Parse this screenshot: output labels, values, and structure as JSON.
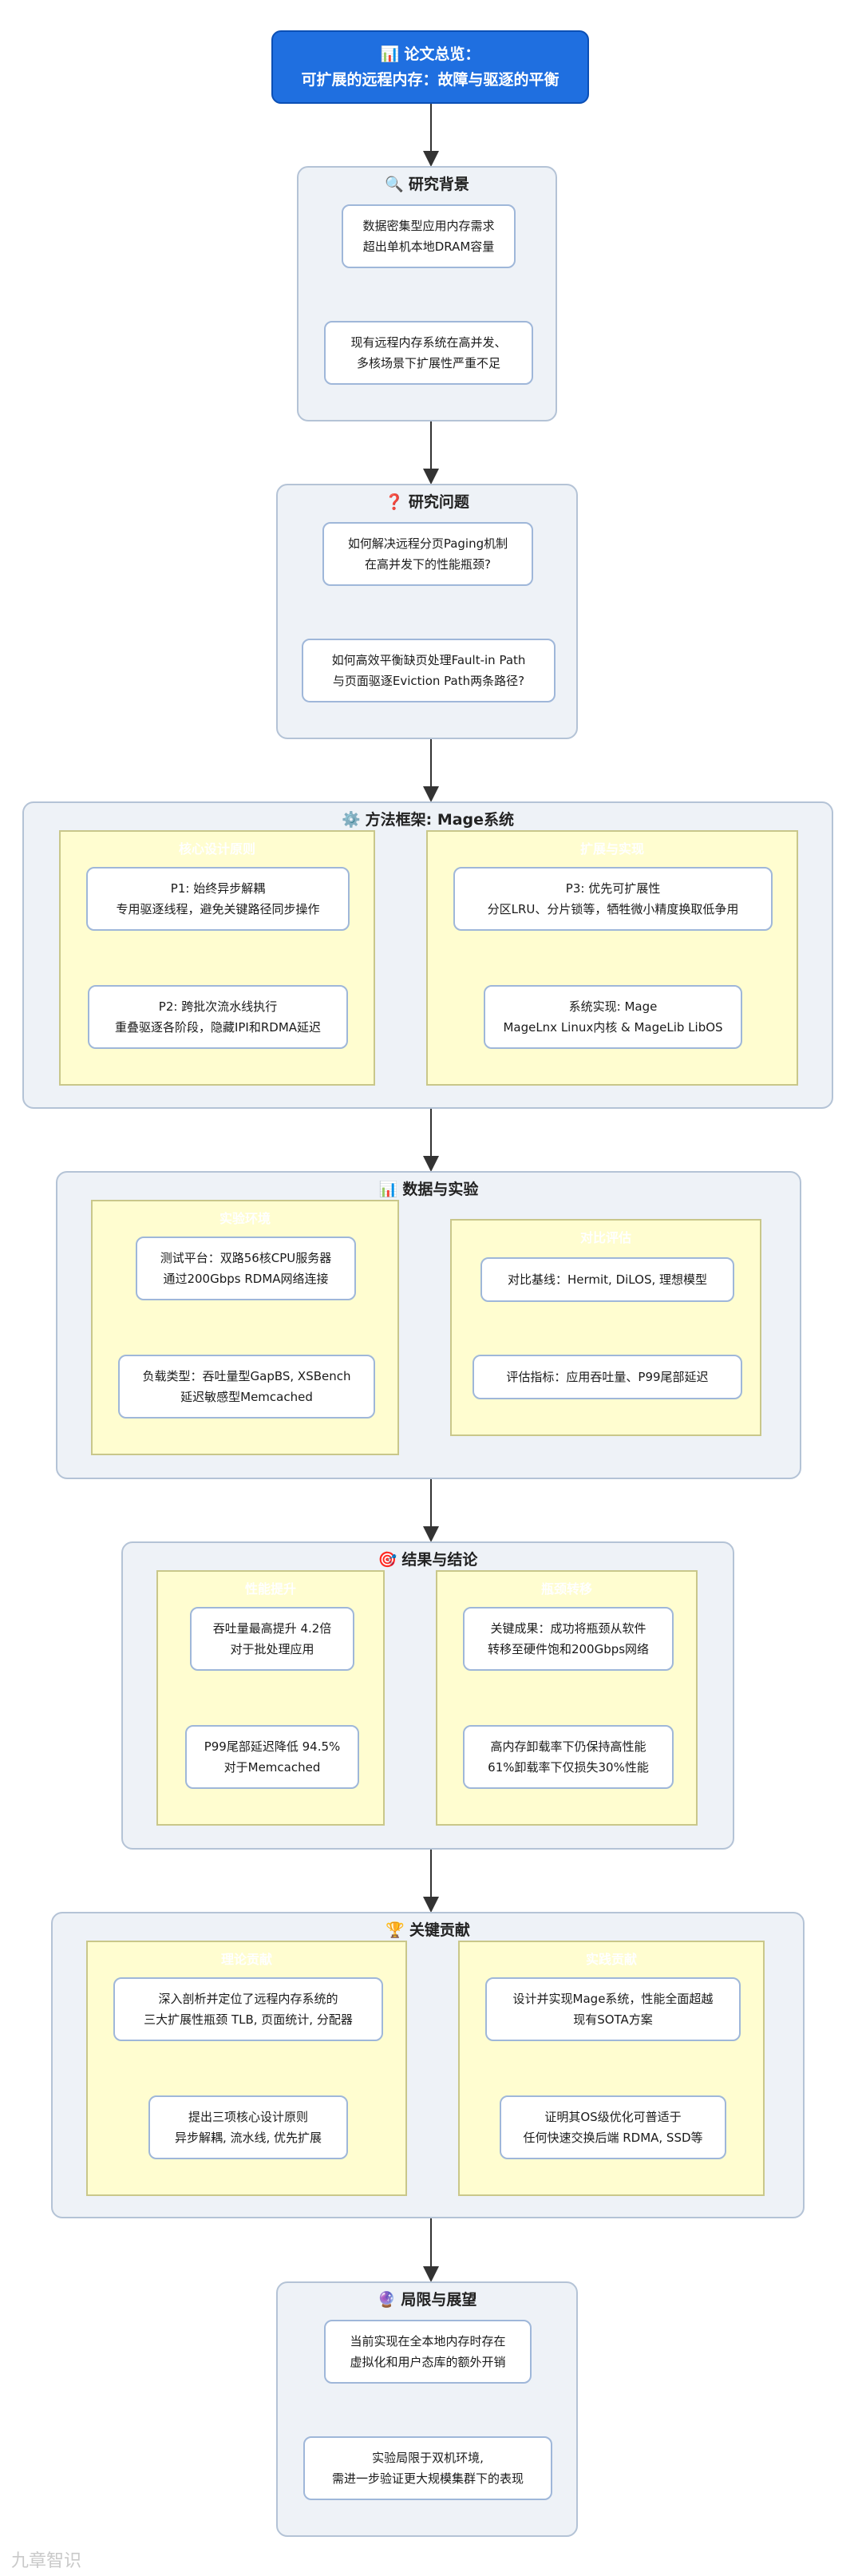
{
  "title": {
    "icon": "📊",
    "line1": "论文总览：",
    "line2": "可扩展的远程内存：故障与驱逐的平衡"
  },
  "background": {
    "icon": "🔍",
    "title": "研究背景",
    "n1": [
      "数据密集型应用内存需求",
      "超出单机本地DRAM容量"
    ],
    "n2": [
      "现有远程内存系统在高并发、",
      "多核场景下扩展性严重不足"
    ]
  },
  "question": {
    "icon": "❓",
    "title": "研究问题",
    "n1": [
      "如何解决远程分页Paging机制",
      "在高并发下的性能瓶颈?"
    ],
    "n2": [
      "如何高效平衡缺页处理Fault-in Path",
      "与页面驱逐Eviction Path两条路径?"
    ]
  },
  "method": {
    "icon": "⚙️",
    "title": "方法框架: Mage系统",
    "left_sub": "核心设计原则",
    "right_sub": "扩展与实现",
    "p1": [
      "P1: 始终异步解耦",
      "专用驱逐线程，避免关键路径同步操作"
    ],
    "p2": [
      "P2: 跨批次流水线执行",
      "重叠驱逐各阶段，隐藏IPI和RDMA延迟"
    ],
    "p3": [
      "P3: 优先可扩展性",
      "分区LRU、分片锁等，牺牲微小精度换取低争用"
    ],
    "impl": [
      "系统实现: Mage",
      "MageLnx Linux内核 & MageLib LibOS"
    ]
  },
  "data": {
    "icon": "📊",
    "title": "数据与实验",
    "left_sub": "实验环境",
    "right_sub": "对比评估",
    "n1": [
      "测试平台：双路56核CPU服务器",
      "通过200Gbps RDMA网络连接"
    ],
    "n2": [
      "负载类型：吞吐量型GapBS, XSBench",
      "延迟敏感型Memcached"
    ],
    "n3": [
      "对比基线：Hermit, DiLOS, 理想模型"
    ],
    "n4": [
      "评估指标：应用吞吐量、P99尾部延迟"
    ]
  },
  "results": {
    "icon": "🎯",
    "title": "结果与结论",
    "left_sub": "性能提升",
    "right_sub": "瓶颈转移",
    "n1": [
      "吞吐量最高提升 4.2倍",
      "对于批处理应用"
    ],
    "n2": [
      "P99尾部延迟降低 94.5%",
      "对于Memcached"
    ],
    "n3": [
      "关键成果：成功将瓶颈从软件",
      "转移至硬件饱和200Gbps网络"
    ],
    "n4": [
      "高内存卸载率下仍保持高性能",
      "61%卸载率下仅损失30%性能"
    ]
  },
  "contrib": {
    "icon": "🏆",
    "title": "关键贡献",
    "left_sub": "理论贡献",
    "right_sub": "实践贡献",
    "n1": [
      "深入剖析并定位了远程内存系统的",
      "三大扩展性瓶颈 TLB, 页面统计, 分配器"
    ],
    "n2": [
      "提出三项核心设计原则",
      "异步解耦, 流水线, 优先扩展"
    ],
    "n3": [
      "设计并实现Mage系统，性能全面超越",
      "现有SOTA方案"
    ],
    "n4": [
      "证明其OS级优化可普适于",
      "任何快速交换后端 RDMA, SSD等"
    ]
  },
  "limits": {
    "icon": "🔮",
    "title": "局限与展望",
    "n1": [
      "当前实现在全本地内存时存在",
      "虚拟化和用户态库的额外开销"
    ],
    "n2": [
      "实验局限于双机环境,",
      "需进一步验证更大规模集群下的表现"
    ]
  },
  "watermark": "九章智识",
  "colors": {
    "title_bg": "#1f6fe0",
    "cluster_bg": "#eef2f7",
    "sub_bg": "#fffdd0",
    "node_border": "#9fb7d9"
  }
}
